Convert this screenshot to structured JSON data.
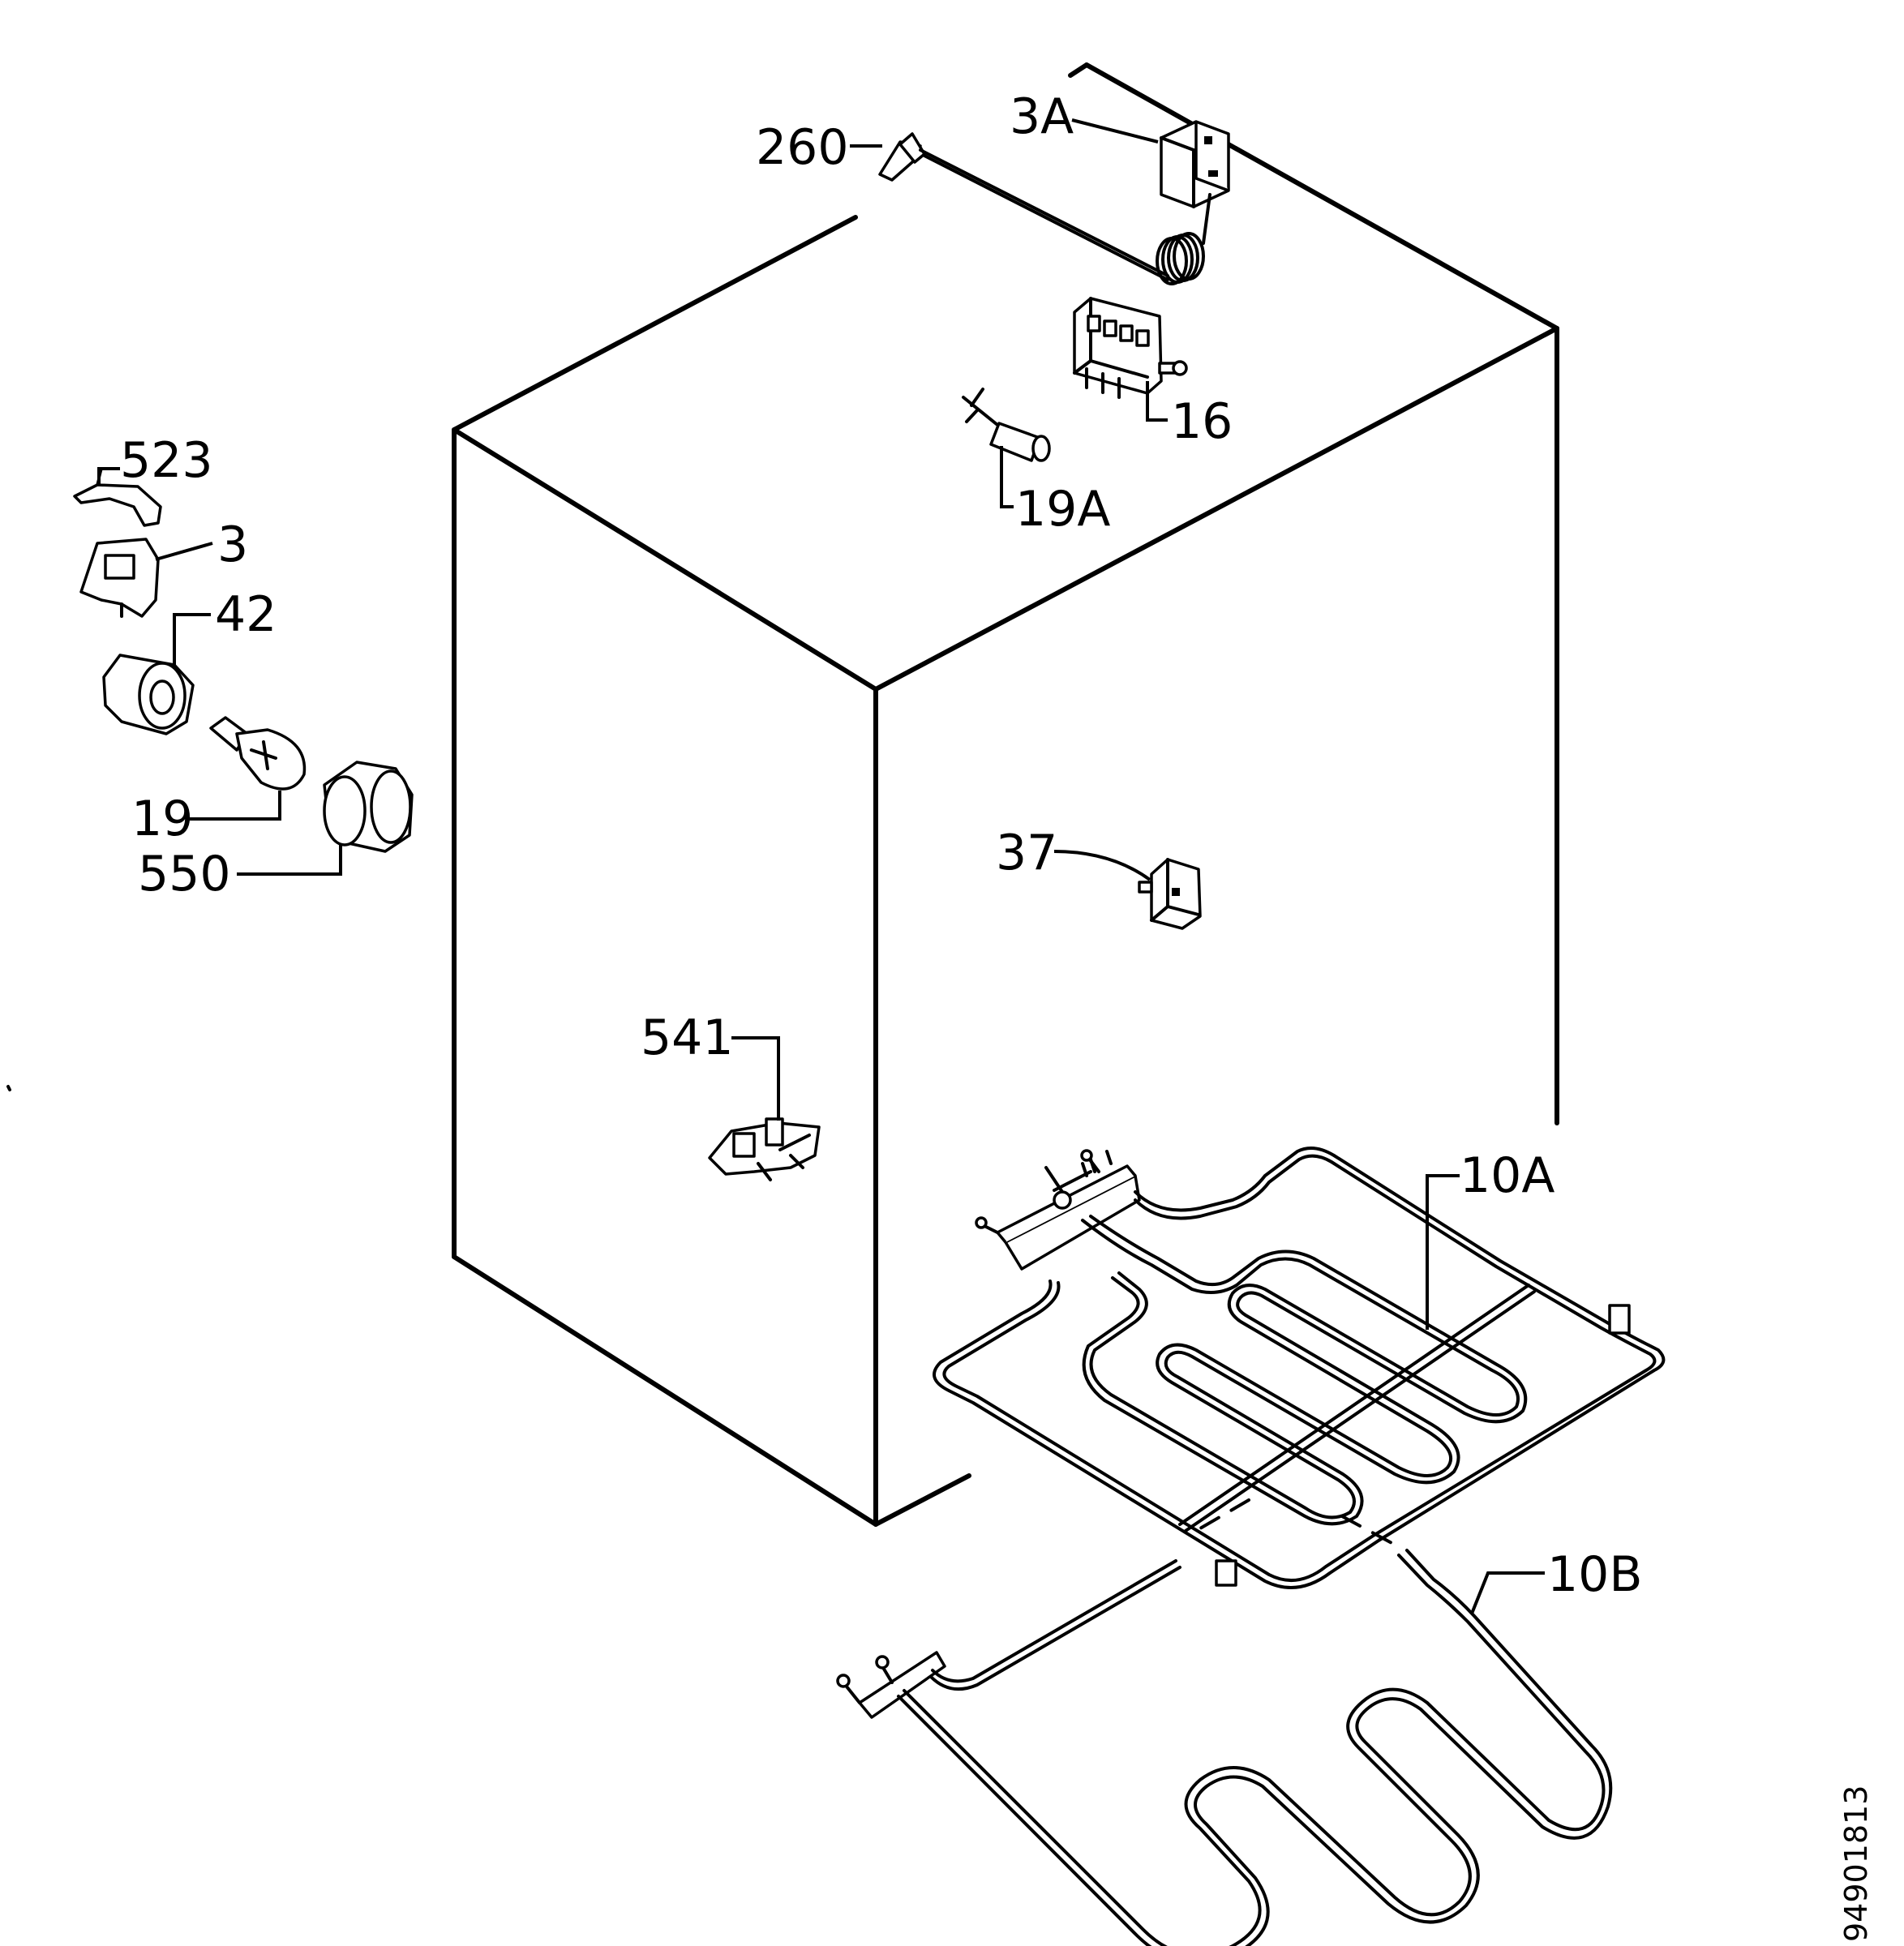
{
  "diagram": {
    "labels": {
      "p260": "260",
      "p3A": "3A",
      "p16": "16",
      "p19A": "19A",
      "p523": "523",
      "p3": "3",
      "p42": "42",
      "p19": "19",
      "p550": "550",
      "p37": "37",
      "p541": "541",
      "p10A": "10A",
      "p10B": "10B"
    },
    "drawing_number": "94901813"
  }
}
